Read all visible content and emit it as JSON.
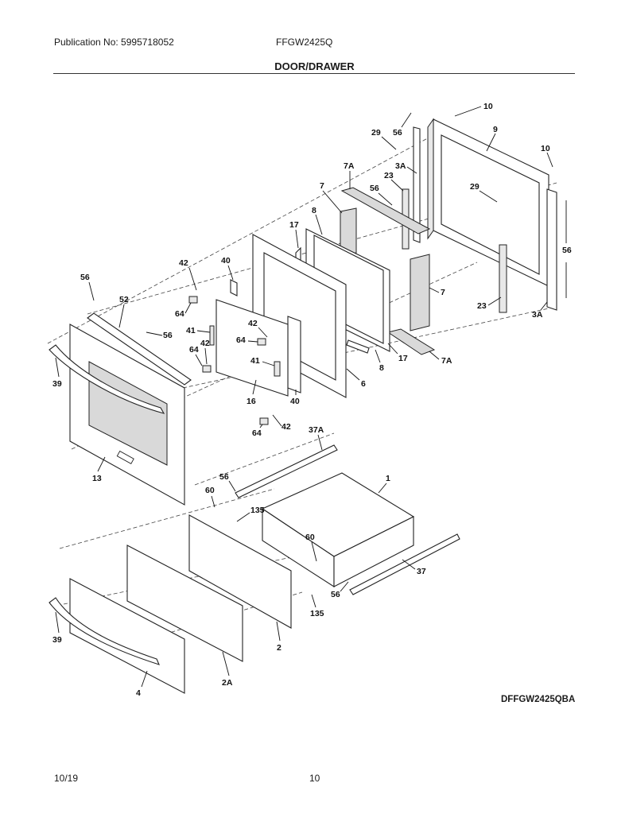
{
  "header": {
    "publication": "Publication No: 5995718052",
    "model": "FFGW2425Q",
    "section": "DOOR/DRAWER"
  },
  "diagram": {
    "code": "DFFGW2425QBA",
    "callouts": [
      {
        "id": "c10a",
        "text": "10"
      },
      {
        "id": "c56a",
        "text": "56"
      },
      {
        "id": "c9",
        "text": "9"
      },
      {
        "id": "c29a",
        "text": "29"
      },
      {
        "id": "c10b",
        "text": "10"
      },
      {
        "id": "c7Aa",
        "text": "7A"
      },
      {
        "id": "c3Aa",
        "text": "3A"
      },
      {
        "id": "c23a",
        "text": "23"
      },
      {
        "id": "c29b",
        "text": "29"
      },
      {
        "id": "c7a",
        "text": "7"
      },
      {
        "id": "c56b",
        "text": "56"
      },
      {
        "id": "c8a",
        "text": "8"
      },
      {
        "id": "c56c",
        "text": "56"
      },
      {
        "id": "c17a",
        "text": "17"
      },
      {
        "id": "c42a",
        "text": "42"
      },
      {
        "id": "c40a",
        "text": "40"
      },
      {
        "id": "c56d",
        "text": "56"
      },
      {
        "id": "c7b",
        "text": "7"
      },
      {
        "id": "c52",
        "text": "52"
      },
      {
        "id": "c64a",
        "text": "64"
      },
      {
        "id": "c23b",
        "text": "23"
      },
      {
        "id": "c3Ab",
        "text": "3A"
      },
      {
        "id": "c41a",
        "text": "41"
      },
      {
        "id": "c42b",
        "text": "42"
      },
      {
        "id": "c56e",
        "text": "56"
      },
      {
        "id": "c64b",
        "text": "64"
      },
      {
        "id": "c42c",
        "text": "42"
      },
      {
        "id": "c64c",
        "text": "64"
      },
      {
        "id": "c41b",
        "text": "41"
      },
      {
        "id": "c8b",
        "text": "8"
      },
      {
        "id": "c17b",
        "text": "17"
      },
      {
        "id": "c7Ab",
        "text": "7A"
      },
      {
        "id": "c39a",
        "text": "39"
      },
      {
        "id": "c6",
        "text": "6"
      },
      {
        "id": "c16",
        "text": "16"
      },
      {
        "id": "c40b",
        "text": "40"
      },
      {
        "id": "c42d",
        "text": "42"
      },
      {
        "id": "c64d",
        "text": "64"
      },
      {
        "id": "c37A",
        "text": "37A"
      },
      {
        "id": "c13",
        "text": "13"
      },
      {
        "id": "c56f",
        "text": "56"
      },
      {
        "id": "c1",
        "text": "1"
      },
      {
        "id": "c60a",
        "text": "60"
      },
      {
        "id": "c135a",
        "text": "135"
      },
      {
        "id": "c60b",
        "text": "60"
      },
      {
        "id": "c37",
        "text": "37"
      },
      {
        "id": "c56g",
        "text": "56"
      },
      {
        "id": "c135b",
        "text": "135"
      },
      {
        "id": "c39b",
        "text": "39"
      },
      {
        "id": "c2",
        "text": "2"
      },
      {
        "id": "c2A",
        "text": "2A"
      },
      {
        "id": "c4",
        "text": "4"
      }
    ]
  },
  "footer": {
    "date": "10/19",
    "page": "10"
  }
}
